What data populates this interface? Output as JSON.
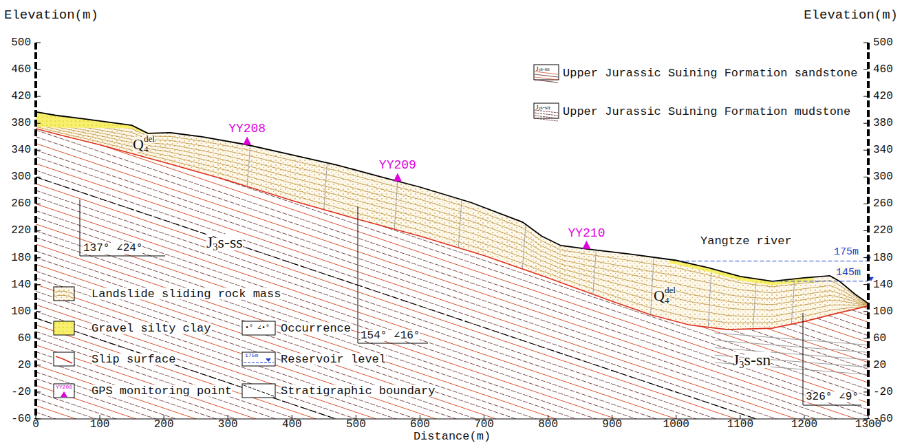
{
  "diagram": {
    "labels": [
      "Elevation(m)",
      "Elevation(m)",
      "500",
      "460",
      "420",
      "380",
      "340",
      "300",
      "260",
      "220",
      "180",
      "140",
      "100",
      "60",
      "20",
      "-20",
      "-60",
      "500",
      "460",
      "420",
      "380",
      "340",
      "300",
      "260",
      "220",
      "180",
      "140",
      "100",
      "60",
      "20",
      "-20",
      "-60",
      "0",
      "100",
      "200",
      "300",
      "400",
      "500",
      "600",
      "700",
      "800",
      "900",
      "1000",
      "1100",
      "1200",
      "1300",
      "Distance(m)",
      "YY208",
      "YY209",
      "YY210",
      "Q",
      "4",
      "del",
      "Q",
      "4",
      "del",
      "J",
      "3",
      "s-ss",
      "J",
      "3",
      "s-sn",
      "137° ∠24°",
      "154° ∠16°",
      "326° ∠9°",
      "Yangtze river",
      "175m",
      "145m",
      "J",
      "3",
      "s-ss",
      "J",
      "3",
      "s-sn",
      "175m",
      "YY208",
      "•° ∠•°"
    ],
    "legend": [
      {
        "text": "Upper Jurassic Suining Formation sandstone"
      },
      {
        "text": "Upper Jurassic Suining Formation mudstone"
      },
      {
        "text": "Landslide sliding rock mass"
      },
      {
        "text": "Gravel silty clay"
      },
      {
        "text": "Slip surface"
      },
      {
        "text": "GPS monitoring point"
      },
      {
        "text": "Occurrence"
      },
      {
        "text": "Reservoir level"
      },
      {
        "text": "Stratigraphic boundary"
      }
    ]
  }
}
